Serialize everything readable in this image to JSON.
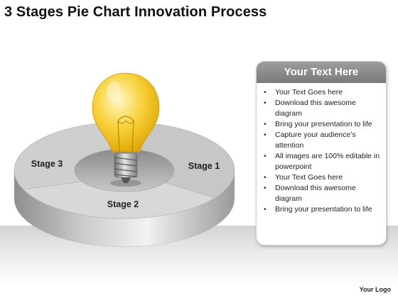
{
  "title": "3 Stages Pie Chart Innovation Process",
  "diagram": {
    "stages": [
      "Stage 1",
      "Stage 2",
      "Stage 3"
    ],
    "center_icon": "lightbulb-icon"
  },
  "panel": {
    "header": "Your Text Here",
    "items": [
      "Your Text Goes here",
      "Download this awesome diagram",
      "Bring your presentation to life",
      "Capture your audience’s attention",
      "All images are 100% editable in powerpoint",
      "Your Text Goes here",
      "Download this awesome diagram",
      "Bring your presentation to life"
    ]
  },
  "logo": "Your Logo",
  "colors": {
    "header_bg": "#8a8a8a",
    "bulb": "#f5c518",
    "ring": "#d0d0d0"
  }
}
